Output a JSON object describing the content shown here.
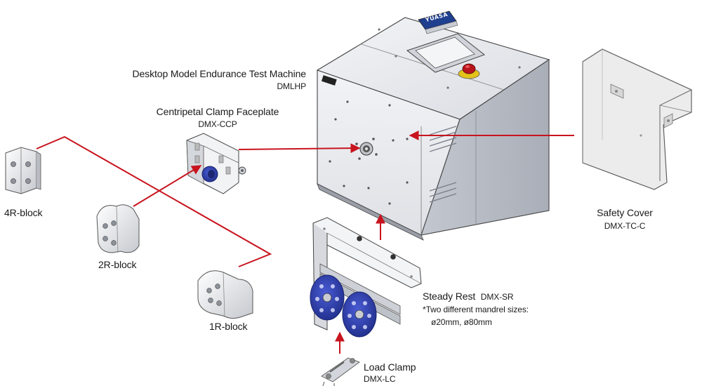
{
  "components": {
    "machine": {
      "name": "Desktop Model Endurance Test Machine",
      "model": "DMLHP",
      "brand_badge": "YUASA"
    },
    "faceplate": {
      "name": "Centripetal Clamp Faceplate",
      "model": "DMX-CCP"
    },
    "block4r": {
      "name": "4R-block"
    },
    "block2r": {
      "name": "2R-block"
    },
    "block1r": {
      "name": "1R-block"
    },
    "steady_rest": {
      "name": "Steady Rest",
      "model": "DMX-SR",
      "note_line1": "*Two different mandrel sizes:",
      "note_line2": "ø20mm, ø80mm"
    },
    "load_clamp": {
      "name": "Load Clamp",
      "model": "DMX-LC"
    },
    "safety_cover": {
      "name": "Safety Cover",
      "model": "DMX-TC-C"
    }
  },
  "colors": {
    "connector_red": "#c8141e",
    "steel_light": "#e6e8ec",
    "steel_mid": "#c9ccd3",
    "steel_dark": "#8e939c",
    "roller_blue": "#2f3fb0",
    "outline": "#3a3a3a",
    "cover_fill": "#eeeeee"
  }
}
